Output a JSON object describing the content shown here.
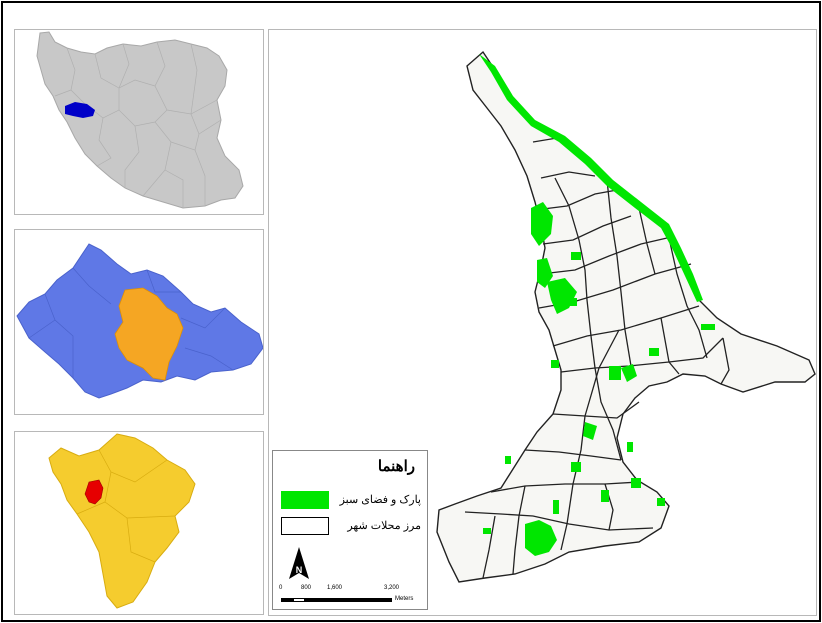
{
  "legend": {
    "title": "راهنما",
    "items": [
      {
        "label": "پارک و فضای سبز",
        "color": "#00e600"
      },
      {
        "label": "مرز محلات شهر",
        "color": "#ffffff"
      }
    ]
  },
  "north": {
    "label": "N"
  },
  "scale": {
    "ticks": [
      "0",
      "800",
      "1,600",
      "3,200"
    ],
    "unit": "Meters"
  },
  "colors": {
    "iran": "#c8c8c8",
    "highlight_province": "#0000c8",
    "province": "#5f78e6",
    "county_in_province": "#f5a623",
    "county": "#f5cc2e",
    "city": "#e60000",
    "green_space": "#00e600",
    "neighborhood_fill": "#f7f7f4"
  }
}
